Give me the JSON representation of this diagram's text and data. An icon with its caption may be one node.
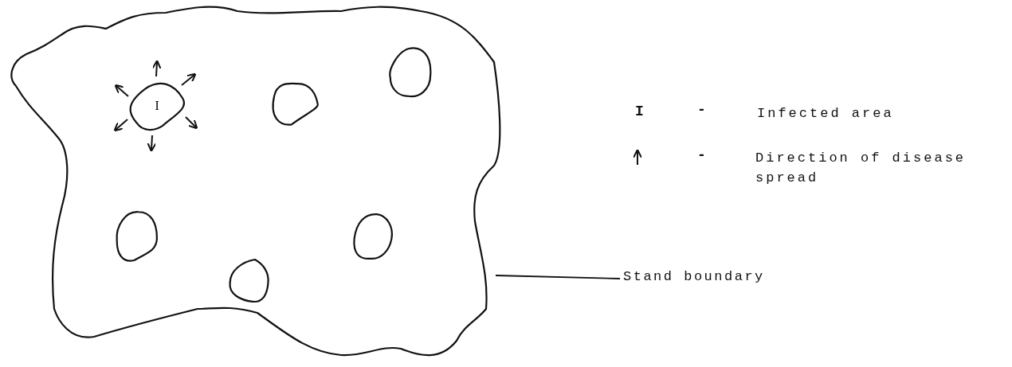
{
  "diagram": {
    "nodes": [
      {
        "text": [],
        "shape": "blob"
      },
      {
        "text": [
          "I"
        ],
        "in": 0
      },
      {
        "text": [],
        "shape": "circle",
        "in": 0
      },
      {
        "text": [],
        "shape": "circle",
        "in": 0
      },
      {
        "text": [],
        "shape": "circle",
        "in": 0
      },
      {
        "text": [],
        "shape": "circle",
        "in": 0
      },
      {
        "text": [],
        "shape": "circle",
        "in": 0
      },
      {
        "text": [
          "Stand boundary"
        ]
      }
    ],
    "edges": [
      {
        "from": 7,
        "to": 0,
        "arrow": "none"
      }
    ],
    "labels": [
      "I",
      "-",
      "-"
    ],
    "legend": [
      {
        "text": "Infected area"
      },
      {
        "text": "Direction of disease spread"
      }
    ]
  }
}
